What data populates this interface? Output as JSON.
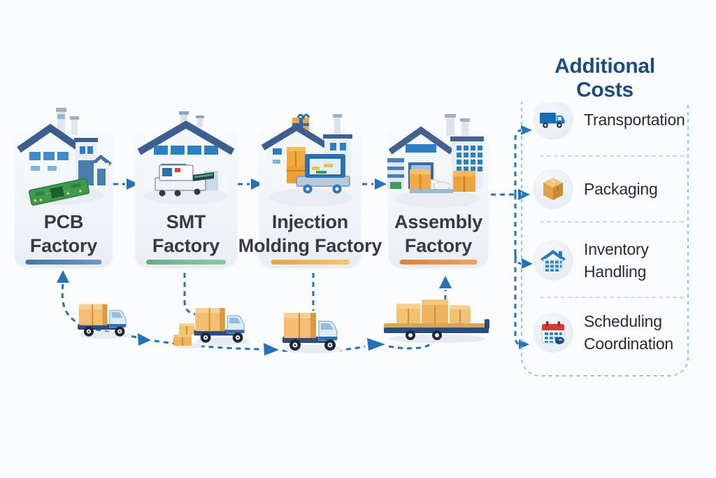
{
  "colors": {
    "background": "#fbfcfd",
    "connector": "#2472b8",
    "panel_border": "#8fc0e8",
    "separator": "#c6dcee",
    "title": "#1b4d7d",
    "stage_label": "#3a3b3e",
    "cost_label": "#2b2c30"
  },
  "flow": {
    "stages": [
      {
        "label": "PCB\nFactory",
        "icon": "pcb-factory-icon",
        "accent_color": "#4a7eb5"
      },
      {
        "label": "SMT\nFactory",
        "icon": "smt-factory-icon",
        "accent_color": "#6fbe8e"
      },
      {
        "label": "Injection\nMolding Factory",
        "icon": "injection-molding-factory-icon",
        "accent_color": "#f4b84a"
      },
      {
        "label": "Assembly\nFactory",
        "icon": "assembly-factory-icon",
        "accent_color": "#f18a35"
      }
    ]
  },
  "additional_costs": {
    "title": "Additional Costs",
    "items": [
      {
        "label": "Transportation",
        "icon": "truck-icon"
      },
      {
        "label": "Packaging",
        "icon": "package-box-icon"
      },
      {
        "label": "Inventory\nHandling",
        "icon": "warehouse-icon"
      },
      {
        "label": "Scheduling\nCoordination",
        "icon": "calendar-icon"
      }
    ]
  }
}
